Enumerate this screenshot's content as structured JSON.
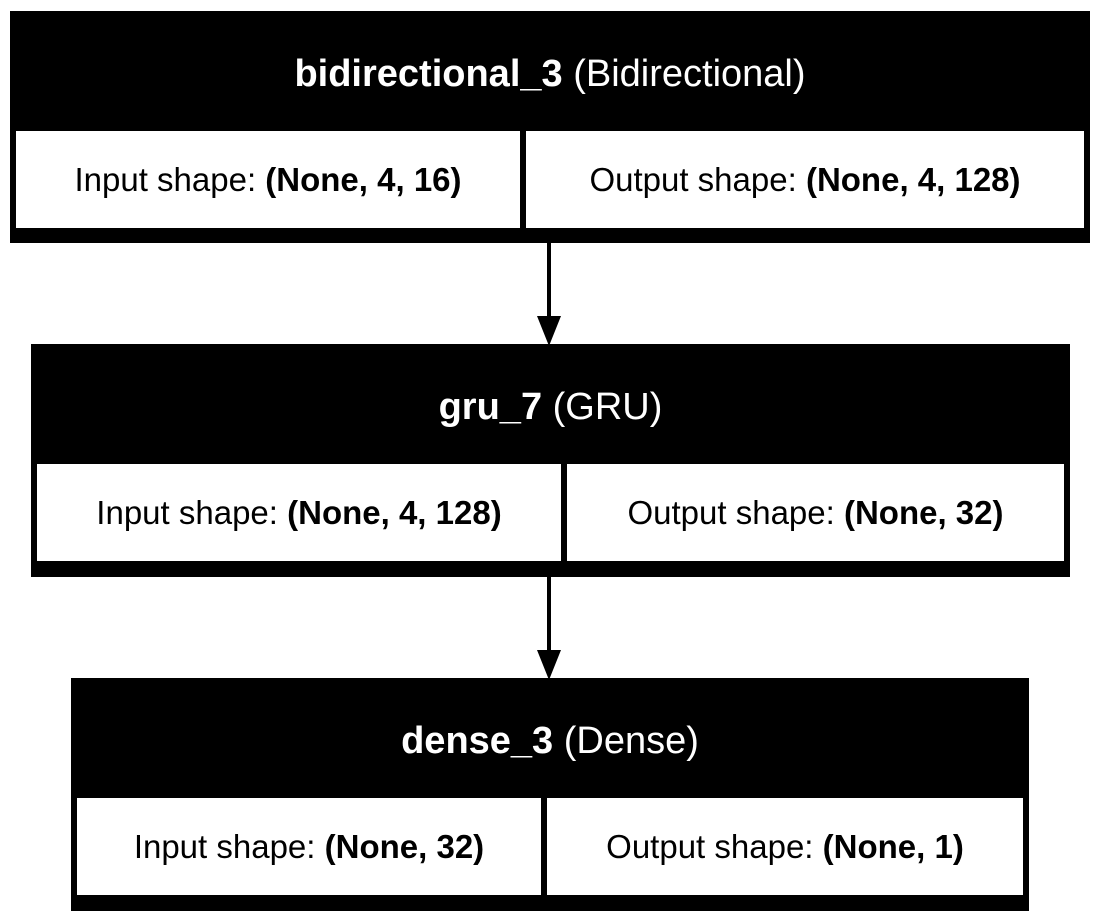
{
  "diagram": {
    "edges": [
      {
        "from": "bidirectional_3",
        "to": "gru_7"
      },
      {
        "from": "gru_7",
        "to": "dense_3"
      }
    ],
    "layers": [
      {
        "name": "bidirectional_3",
        "type": "(Bidirectional)",
        "input_label": "Input shape:",
        "input_shape": "(None, 4, 16)",
        "output_label": "Output shape:",
        "output_shape": "(None, 4, 128)"
      },
      {
        "name": "gru_7",
        "type": "(GRU)",
        "input_label": "Input shape:",
        "input_shape": "(None, 4, 128)",
        "output_label": "Output shape:",
        "output_shape": "(None, 32)"
      },
      {
        "name": "dense_3",
        "type": "(Dense)",
        "input_label": "Input shape:",
        "input_shape": "(None, 32)",
        "output_label": "Output shape:",
        "output_shape": "(None, 1)"
      }
    ],
    "colors": {
      "header_bg": "#000000",
      "header_text": "#ffffff",
      "cell_bg": "#ffffff",
      "edge": "#000000"
    }
  }
}
